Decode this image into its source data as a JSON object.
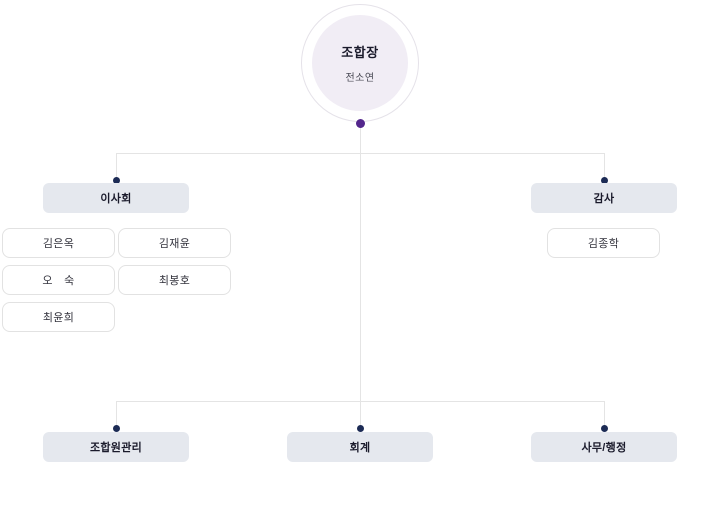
{
  "org": {
    "chairman": {
      "title": "조합장",
      "name": "전소연"
    },
    "board": {
      "title": "이사회",
      "members": [
        "김은옥",
        "김재윤",
        "오　숙",
        "최봉호",
        "최윤희"
      ]
    },
    "auditor": {
      "title": "감사",
      "members": [
        "김종학"
      ]
    },
    "departments": [
      {
        "label": "조합원관리"
      },
      {
        "label": "회계"
      },
      {
        "label": "사무/행정"
      }
    ]
  },
  "colors": {
    "line": "#e4e4e4",
    "node_fill": "#f1edf5",
    "circle_border": "#e5e2e9",
    "header_fill": "#e5e8ee",
    "member_border": "#e2e2e2",
    "dot_primary": "#53268c",
    "dot_secondary": "#1c2b55",
    "title_text": "#1a1a2b",
    "name_text": "#33333d",
    "subtext": "#4a4a55"
  }
}
